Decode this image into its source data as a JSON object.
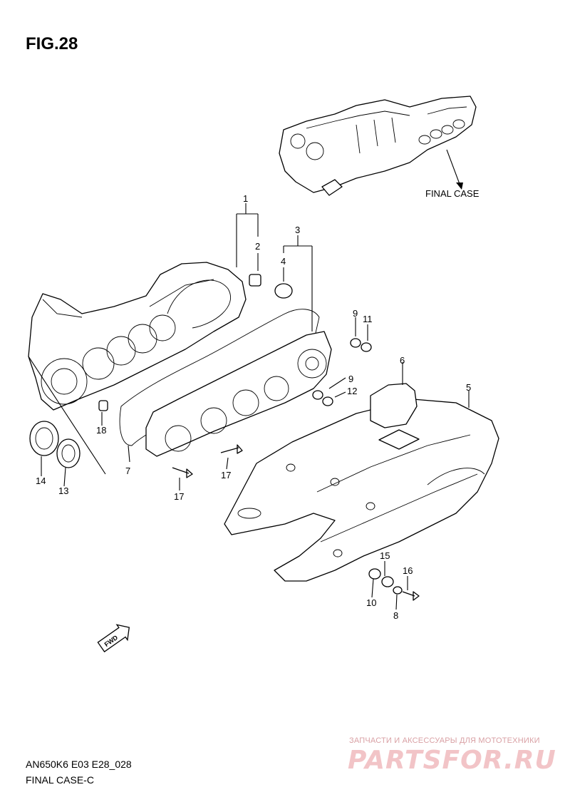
{
  "figure": {
    "title": "FIG.28",
    "model_code": "AN650K6 E03 E28_028",
    "name": "FINAL CASE-C"
  },
  "callouts": {
    "final_case": "FINAL CASE",
    "fwd": "FWD"
  },
  "part_numbers": {
    "p1": "1",
    "p2": "2",
    "p3": "3",
    "p4": "4",
    "p5": "5",
    "p6": "6",
    "p7": "7",
    "p8": "8",
    "p9a": "9",
    "p9b": "9",
    "p10": "10",
    "p11": "11",
    "p12": "12",
    "p13": "13",
    "p14": "14",
    "p15": "15",
    "p16": "16",
    "p17a": "17",
    "p17b": "17",
    "p18": "18"
  },
  "watermark": {
    "tagline": "ЗАПЧАСТИ И АКСЕССУАРЫ ДЛЯ МОТОТЕХНИКИ",
    "logo": "PARTSFOR.RU"
  }
}
